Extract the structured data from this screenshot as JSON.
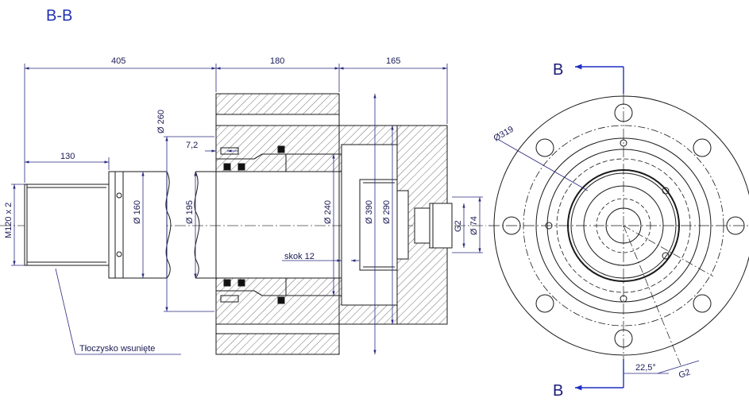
{
  "title": "B-B",
  "section_labels": {
    "top": "B",
    "bottom": "B"
  },
  "dimensions": {
    "len_405": "405",
    "len_180": "180",
    "len_165": "165",
    "len_130": "130",
    "len_7_2": "7,2",
    "dia_260": "Ø 260",
    "dia_160": "Ø 160",
    "dia_195": "Ø 195",
    "dia_240": "Ø 240",
    "dia_390": "Ø 390",
    "dia_290": "Ø 290",
    "dia_74": "Ø 74",
    "thread_g2": "G2",
    "thread_m120": "M120 x 2",
    "stroke": "skok 12",
    "dia_319": "Ø319",
    "angle_22_5": "22,5°",
    "thread_g2_side": "G2"
  },
  "annotation": {
    "rod_retracted": "Tłoczysko wsunięte"
  },
  "colors": {
    "line": "#1a1a1a",
    "dim_line": "#2a2a80",
    "section_arrow": "#1f2fc4",
    "title": "#2333b0"
  }
}
